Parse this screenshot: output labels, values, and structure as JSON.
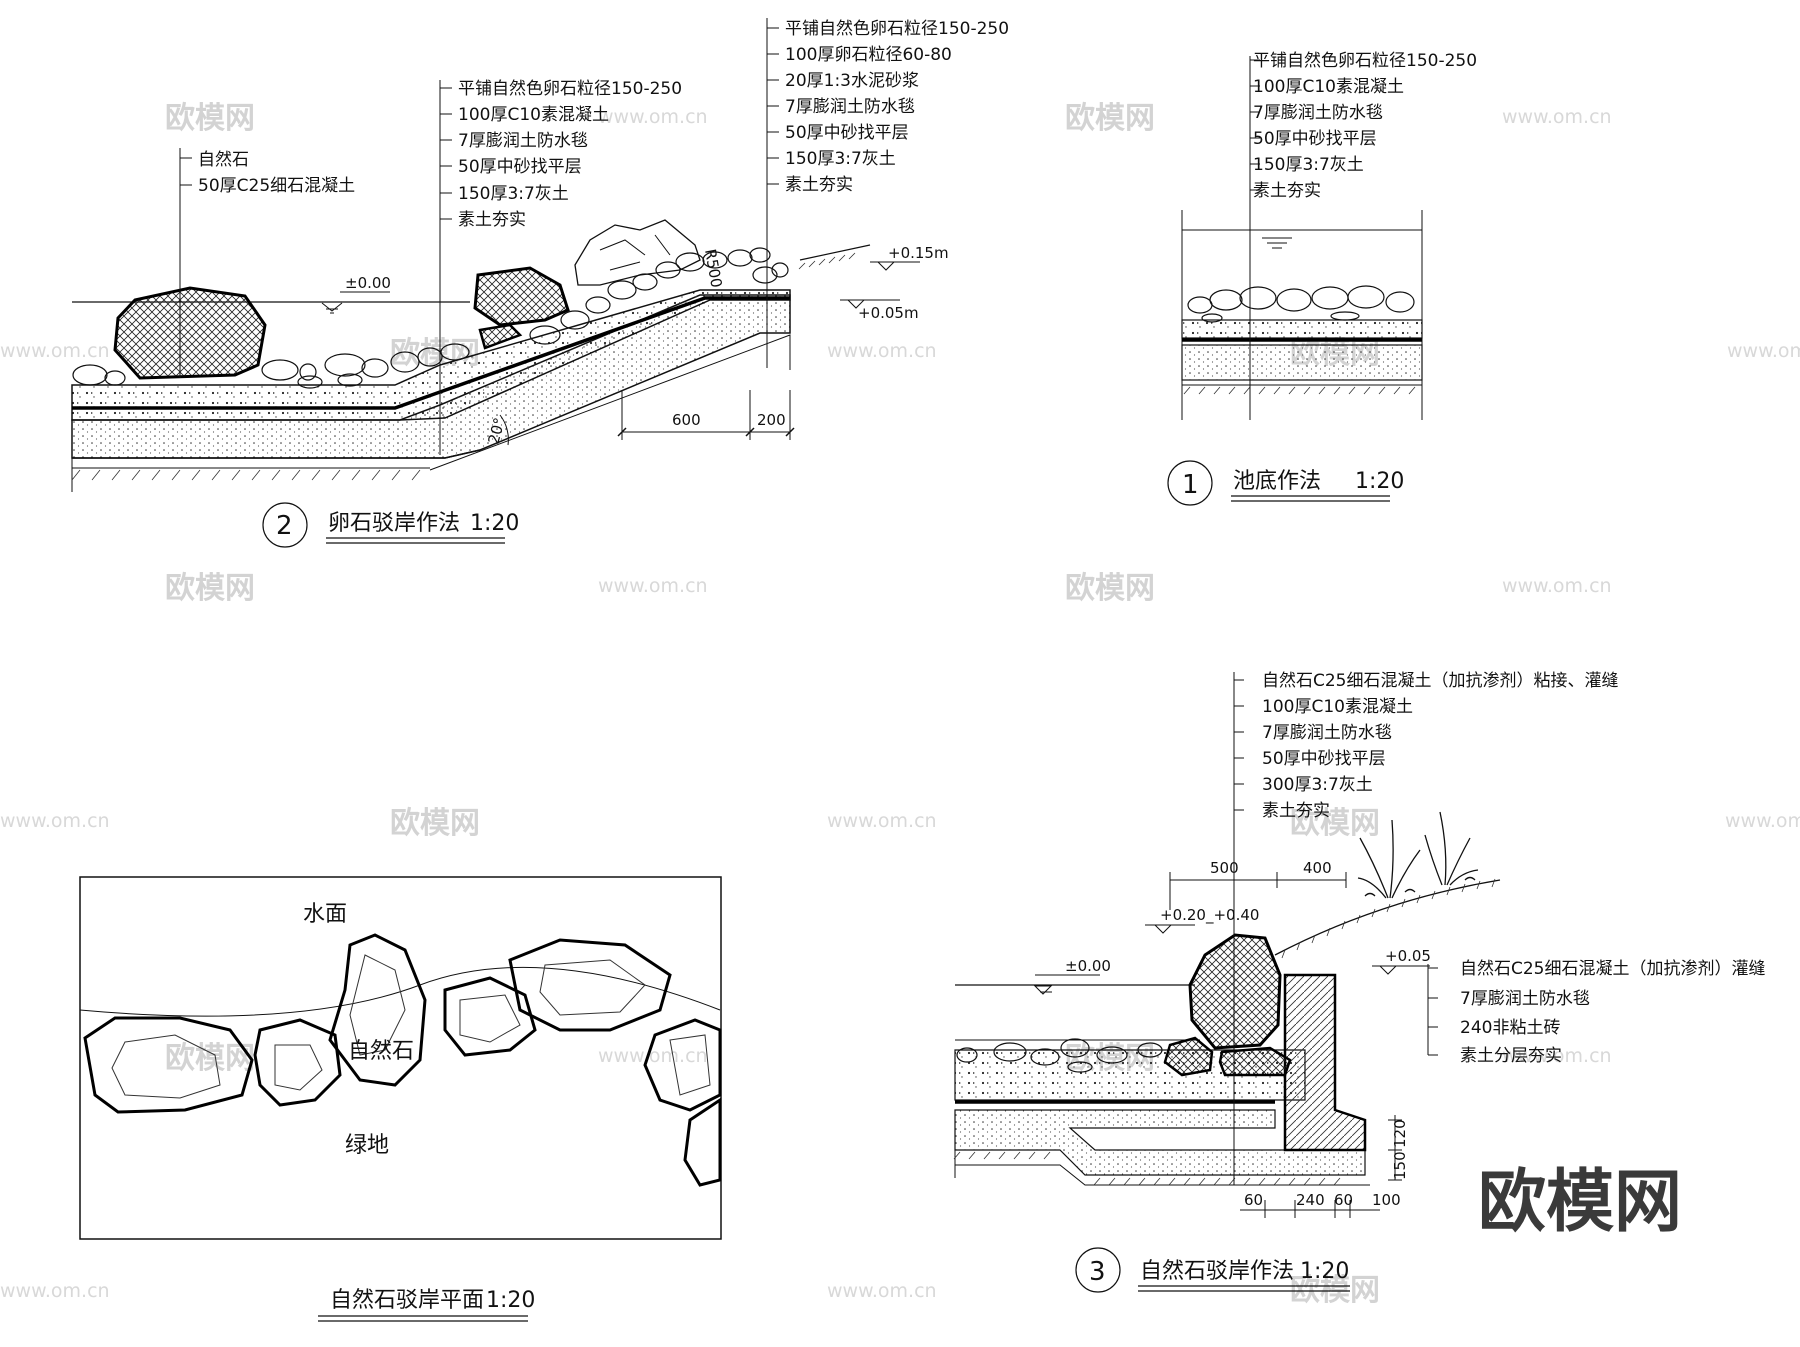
{
  "watermarks": {
    "cn": "欧模网",
    "url": "www.om.cn",
    "brand": "欧模网"
  },
  "detail1": {
    "number": "1",
    "title": "池底作法",
    "scale": "1:20",
    "layers": [
      "平铺自然色卵石粒径150-250",
      "100厚C10素混凝土",
      "7厚膨润土防水毯",
      "50厚中砂找平层",
      "150厚3:7灰土",
      "素土夯实"
    ]
  },
  "detail2": {
    "number": "2",
    "title": "卵石驳岸作法",
    "scale": "1:20",
    "stone_labels": [
      "自然石",
      "50厚C25细石混凝土"
    ],
    "mid_layers": [
      "平铺自然色卵石粒径150-250",
      "100厚C10素混凝土",
      "7厚膨润土防水毯",
      "50厚中砂找平层",
      "150厚3:7灰土",
      "素土夯实"
    ],
    "top_layers": [
      "平铺自然色卵石粒径150-250",
      "100厚卵石粒径60-80",
      "20厚1:3水泥砂浆",
      "7厚膨润土防水毯",
      "50厚中砂找平层",
      "150厚3:7灰土",
      "素土夯实"
    ],
    "elev_water": "±0.00",
    "elev_top": "+0.15m",
    "elev_low": "+0.05m",
    "radius": "R500",
    "angle": "20°",
    "dims": [
      "600",
      "200"
    ]
  },
  "plan": {
    "title": "自然石驳岸平面",
    "scale": "1:20",
    "water": "水面",
    "stone": "自然石",
    "green": "绿地"
  },
  "detail3": {
    "number": "3",
    "title": "自然石驳岸作法",
    "scale": "1:20",
    "layers": [
      "自然石C25细石混凝土（加抗渗剂）粘接、灌缝",
      "100厚C10素混凝土",
      "7厚膨润土防水毯",
      "50厚中砂找平层",
      "300厚3:7灰土",
      "素土夯实"
    ],
    "wall_layers": [
      "自然石C25细石混凝土（加抗渗剂）灌缝",
      "7厚膨润土防水毯",
      "240非粘土砖",
      "素土分层夯实"
    ],
    "elev_water": "±0.00",
    "elev_stone": "+0.20_+0.40",
    "elev_wall": "+0.05",
    "top_dims": [
      "500",
      "400"
    ],
    "bottom_dims": [
      "60",
      "240",
      "60",
      "100"
    ],
    "side_dims": [
      "120",
      "150"
    ]
  }
}
